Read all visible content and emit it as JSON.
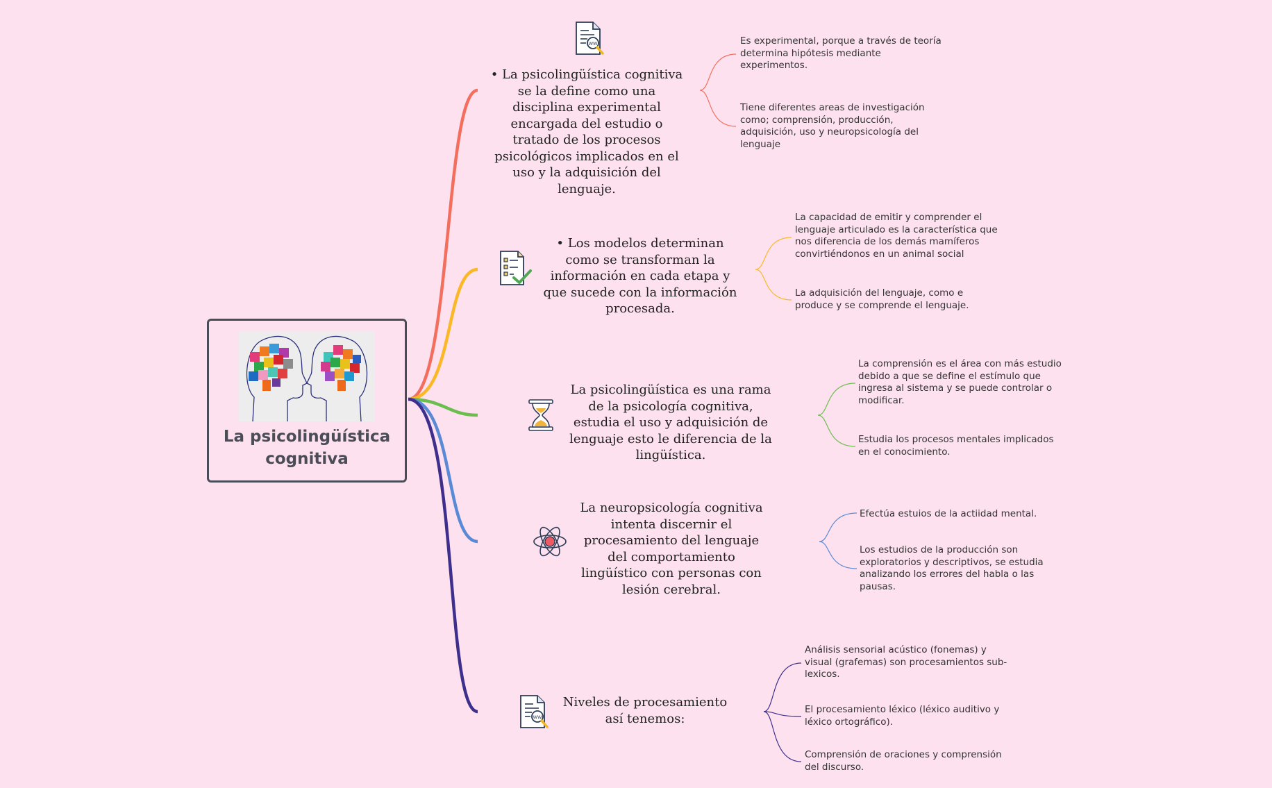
{
  "colors": {
    "background": "#fde1ee",
    "root_border": "#4a4d57",
    "branch1": "#f46e5e",
    "branch2": "#fbb826",
    "branch3": "#6bbe4e",
    "branch4": "#5a8ad6",
    "branch5": "#3e2f8c"
  },
  "root": {
    "title": "La psicolingüística cognitiva",
    "image": "two-heads-with-colorful-puzzle-brains"
  },
  "branches": [
    {
      "icon": "document-search-icon",
      "text": "• La psicolingüística cognitiva se la define como una disciplina experimental encargada del estudio o tratado de los procesos psicológicos implicados en el uso y la adquisición del lenguaje.",
      "leaves": [
        "Es experimental, porque a través de teoría determina hipótesis mediante experimentos.",
        "Tiene diferentes areas de investigación como; comprensión, producción, adquisición, uso y neuropsicología del lenguaje"
      ]
    },
    {
      "icon": "checklist-icon",
      "text": "• Los modelos determinan como se transforman la información en cada etapa y que sucede con la información procesada.",
      "leaves": [
        "La capacidad de emitir y comprender el lenguaje articulado es la característica que nos diferencia de los demás mamíferos convirtiéndonos en un animal social",
        "La adquisición del lenguaje, como e produce y se comprende el lenguaje."
      ]
    },
    {
      "icon": "hourglass-icon",
      "text": "La psicolingüística es una rama de la psicología cognitiva, estudia el uso y adquisición de lenguaje esto le diferencia de la lingüística.",
      "leaves": [
        "La comprensión es el área con más estudio debido a que se define el estímulo que ingresa al sistema y se puede controlar o modificar.",
        "Estudia los procesos mentales implicados en el conocimiento."
      ]
    },
    {
      "icon": "atom-icon",
      "text": "La neuropsicología cognitiva intenta discernir el procesamiento del lenguaje del comportamiento lingüístico con personas con lesión cerebral.",
      "leaves": [
        "Efectúa estuios de la actiidad mental.",
        "Los estudios de la producción son exploratorios y descriptivos, se estudia analizando los errores del habla o las pausas."
      ]
    },
    {
      "icon": "document-search-icon",
      "text": "Niveles de procesamiento así tenemos:",
      "leaves": [
        "Análisis sensorial acústico (fonemas) y visual (grafemas) son procesamientos sub-lexicos.",
        "El procesamiento léxico (léxico auditivo y léxico ortográfico).",
        "Comprensión de oraciones y comprensión del discurso."
      ]
    }
  ]
}
